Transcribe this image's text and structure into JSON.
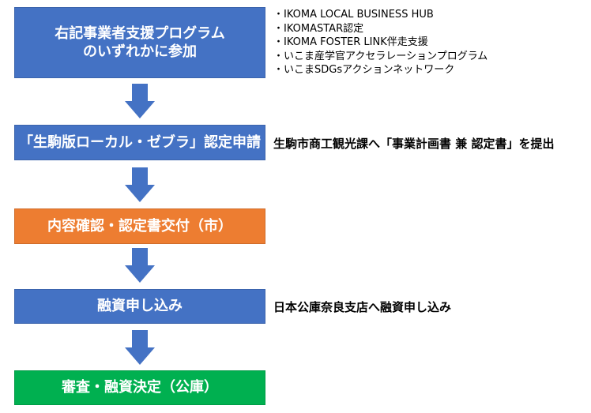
{
  "steps": [
    {
      "line1": "右記事業者支援プログラム",
      "line2": "のいずれかに参加",
      "color": "#4472C4"
    },
    {
      "label": "「生駒版ローカル・ゼブラ」認定申請",
      "color": "#4472C4"
    },
    {
      "label": "内容確認・認定書交付（市）",
      "color": "#ED7D31"
    },
    {
      "label": "融資申し込み",
      "color": "#4472C4"
    },
    {
      "label": "審査・融資決定（公庫）",
      "color": "#00B050"
    }
  ],
  "notes": {
    "programs": [
      "・IKOMA LOCAL BUSINESS HUB",
      "・IKOMASTAR認定",
      "・IKOMA FOSTER LINK伴走支援",
      "・いこま産学官アクセラレーションプログラム",
      "・いこまSDGsアクションネットワーク"
    ],
    "application": "生駒市商工観光課へ「事業計画書 兼 認定書」を提出",
    "loan": "日本公庫奈良支店へ融資申し込み"
  },
  "arrow_color": "#4472C4"
}
